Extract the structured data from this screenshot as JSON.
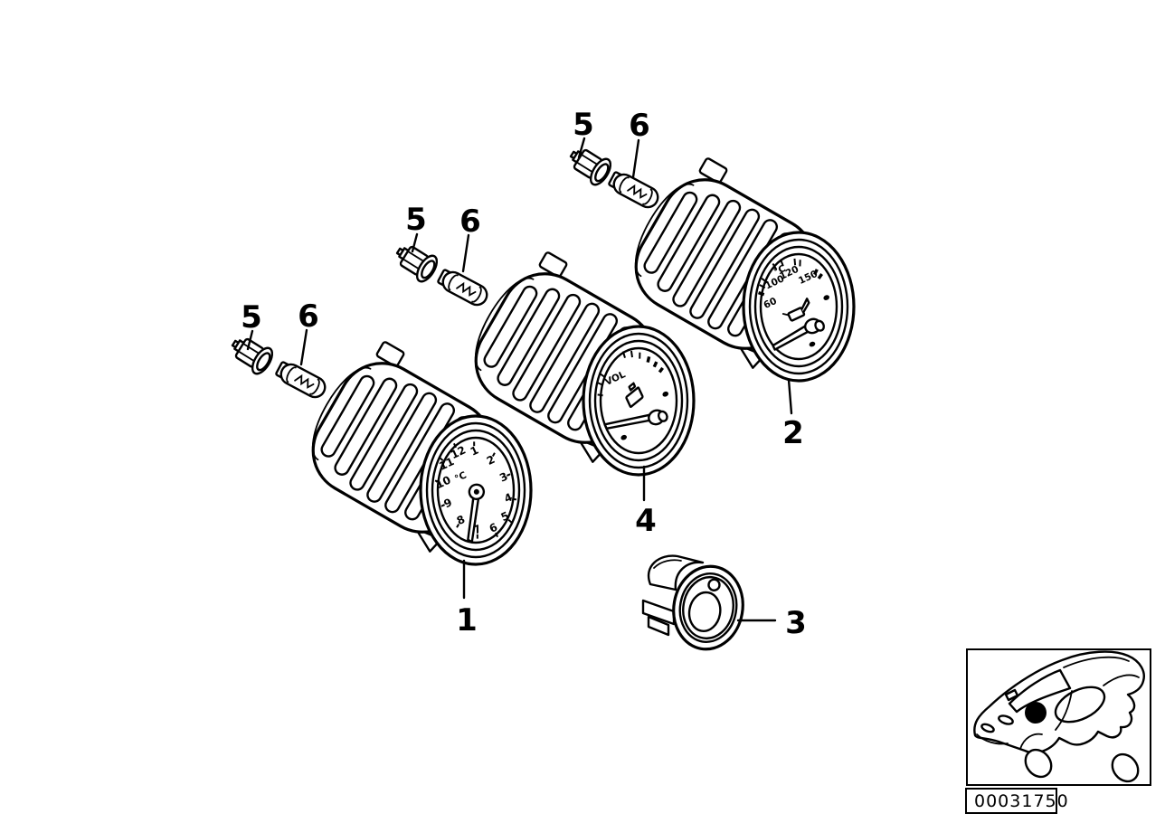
{
  "colors": {
    "line": "#000000",
    "background": "#ffffff"
  },
  "code": "00031750",
  "labels": {
    "1": "1",
    "2": "2",
    "3": "3",
    "4": "4",
    "5": "5",
    "6": "6"
  },
  "clock": {
    "mark": "°C",
    "numerals": [
      "12",
      "1",
      "2",
      "3",
      "4",
      "5",
      "6",
      "7",
      "8",
      "9",
      "10",
      "11"
    ]
  },
  "volt": {
    "label": "VOL"
  },
  "oil": {
    "mark": "°C",
    "scale": [
      "60",
      "100",
      "120",
      "150"
    ]
  }
}
